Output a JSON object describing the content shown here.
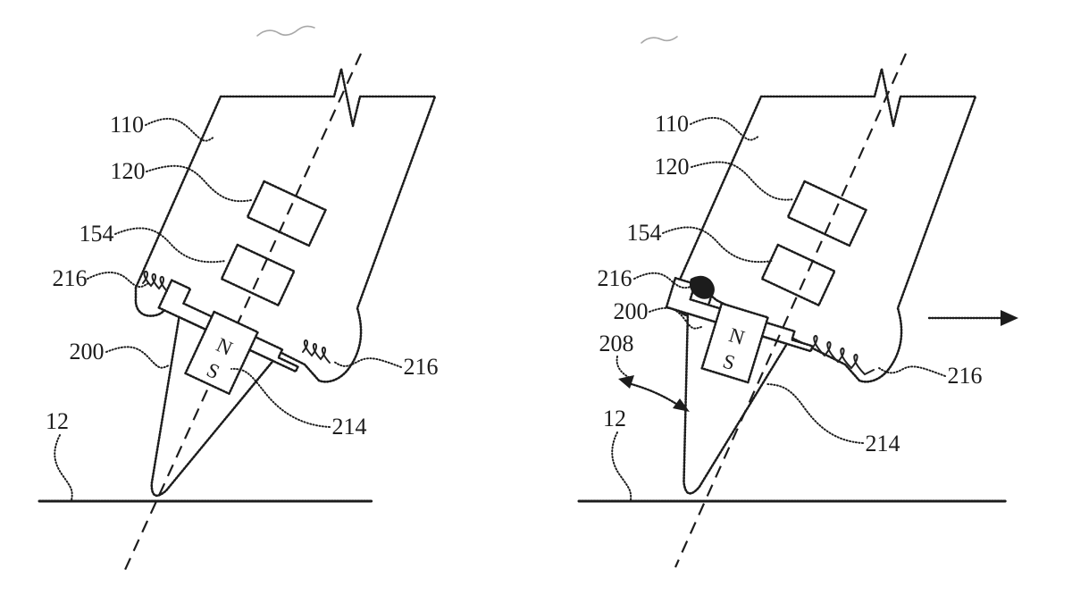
{
  "ink_color": "#1c1c1c",
  "background_color": "#ffffff",
  "figure_left": {
    "labels": {
      "ref110": "110",
      "ref120": "120",
      "ref154": "154",
      "ref216_left": "216",
      "ref200": "200",
      "ref12": "12",
      "ref214": "214",
      "ref216_right": "216"
    },
    "magnet": {
      "north": "N",
      "south": "S"
    }
  },
  "figure_right": {
    "labels": {
      "ref110": "110",
      "ref120": "120",
      "ref154": "154",
      "ref216_left": "216",
      "ref200": "200",
      "ref208": "208",
      "ref12": "12",
      "ref214": "214",
      "ref216_right": "216"
    },
    "magnet": {
      "north": "N",
      "south": "S"
    }
  }
}
